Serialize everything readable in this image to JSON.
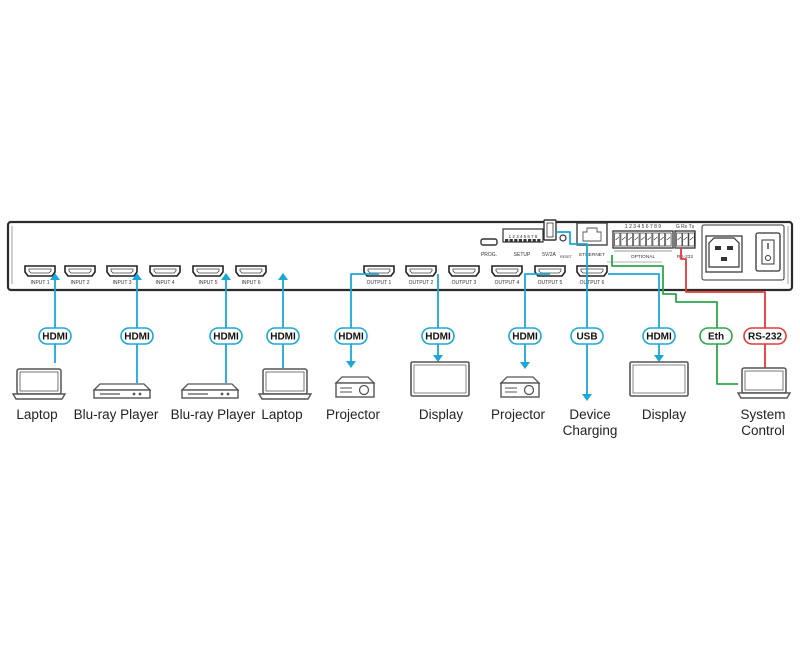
{
  "colors": {
    "panel_fill": "#ffffff",
    "panel_stroke": "#2b2b2b",
    "hdmi_line": "#1aa7d9",
    "usb_line": "#1aa7d9",
    "eth_line": "#2aa84a",
    "rs232_line": "#e53935",
    "gray_trace": "#999999",
    "device": "#555555"
  },
  "panel": {
    "inputs": [
      "INPUT 1",
      "INPUT 2",
      "INPUT 3",
      "INPUT 4",
      "INPUT 5",
      "INPUT 6"
    ],
    "outputs": [
      "OUTPUT 1",
      "OUTPUT 2",
      "OUTPUT 3",
      "OUTPUT 4",
      "OUTPUT 5",
      "OUTPUT 6"
    ],
    "prog_label": "PROG.",
    "setup_label": "SETUP",
    "setup_numbers": "1 2 3 4 5 6 7 8",
    "power_label": "5V/2A",
    "reset_label": "RESET",
    "ethernet_label": "ETHERNET",
    "optional_numbers": "1 2 3 4 5 6 7 8 9",
    "optional_label": "OPTIONAL",
    "rs232_pins": "G Rx Tx",
    "rs232_label": "RS-232"
  },
  "connections": [
    {
      "tag": "HDMI",
      "device_icon": "laptop-icon",
      "device_label": [
        "Laptop"
      ]
    },
    {
      "tag": "HDMI",
      "device_icon": "bluray-player-icon",
      "device_label": [
        "Blu-ray Player"
      ]
    },
    {
      "tag": "HDMI",
      "device_icon": "bluray-player-icon",
      "device_label": [
        "Blu-ray Player"
      ]
    },
    {
      "tag": "HDMI",
      "device_icon": "laptop-icon",
      "device_label": [
        "Laptop"
      ]
    },
    {
      "tag": "HDMI",
      "device_icon": "projector-icon",
      "device_label": [
        "Projector"
      ]
    },
    {
      "tag": "HDMI",
      "device_icon": "display-icon",
      "device_label": [
        "Display"
      ]
    },
    {
      "tag": "HDMI",
      "device_icon": "projector-icon",
      "device_label": [
        "Projector"
      ]
    },
    {
      "tag": "USB",
      "device_icon": "none",
      "device_label": [
        "Device",
        "Charging"
      ]
    },
    {
      "tag": "HDMI",
      "device_icon": "display-icon",
      "device_label": [
        "Display"
      ]
    },
    {
      "tag": "Eth",
      "device_icon": "laptop-icon",
      "device_label": [
        "System",
        "Control"
      ]
    },
    {
      "tag": "RS-232",
      "device_icon": "none",
      "device_label": []
    }
  ]
}
